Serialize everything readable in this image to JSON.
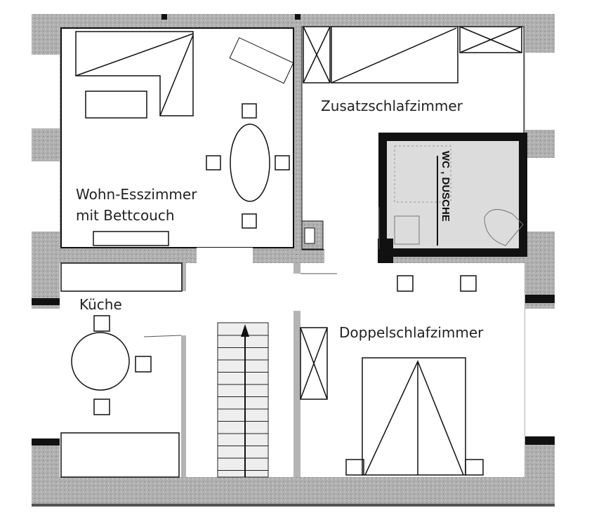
{
  "rooms": {
    "living": {
      "line1": "Wohn-Esszimmer",
      "line2": "mit Bettcouch"
    },
    "extra_bedroom": "Zusatzschlafzimmer",
    "bathroom": "WC , DUSCHE",
    "kitchen": "Küche",
    "double_bedroom": "Doppelschlafzimmer"
  },
  "colors": {
    "wall": "#a9a9a9",
    "dark": "#111111",
    "partition": "#b4b4b4",
    "bath": "#dcdcdc"
  }
}
